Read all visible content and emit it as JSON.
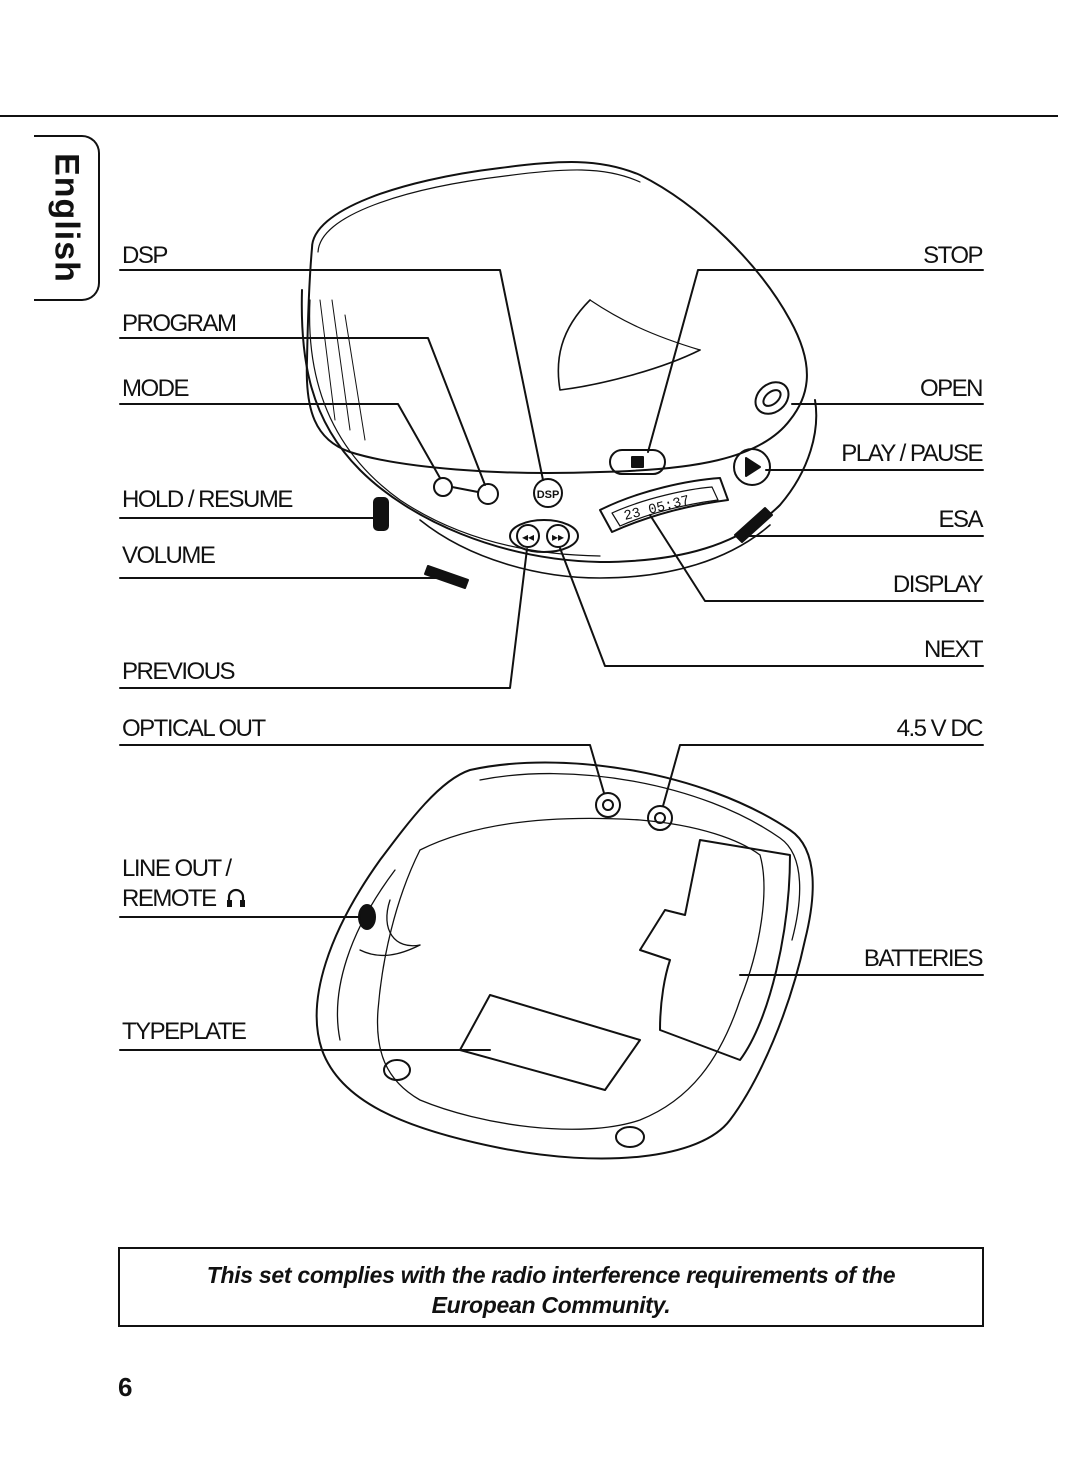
{
  "language_tab": "English",
  "labels": {
    "dsp": "DSP",
    "program": "PROGRAM",
    "mode": "MODE",
    "hold_resume": "HOLD / RESUME",
    "volume": "VOLUME",
    "previous": "PREVIOUS",
    "optical_out": "OPTICAL OUT",
    "line_out": "LINE OUT /",
    "remote": "REMOTE",
    "typeplate": "TYPEPLATE",
    "stop": "STOP",
    "open": "OPEN",
    "play_pause": "PLAY / PAUSE",
    "esa": "ESA",
    "display": "DISPLAY",
    "next": "NEXT",
    "dc_in": "4.5 V DC",
    "batteries": "BATTERIES"
  },
  "notice": {
    "line1": "This set complies with the radio interference requirements of the",
    "line2": "European Community."
  },
  "page_number": "6"
}
